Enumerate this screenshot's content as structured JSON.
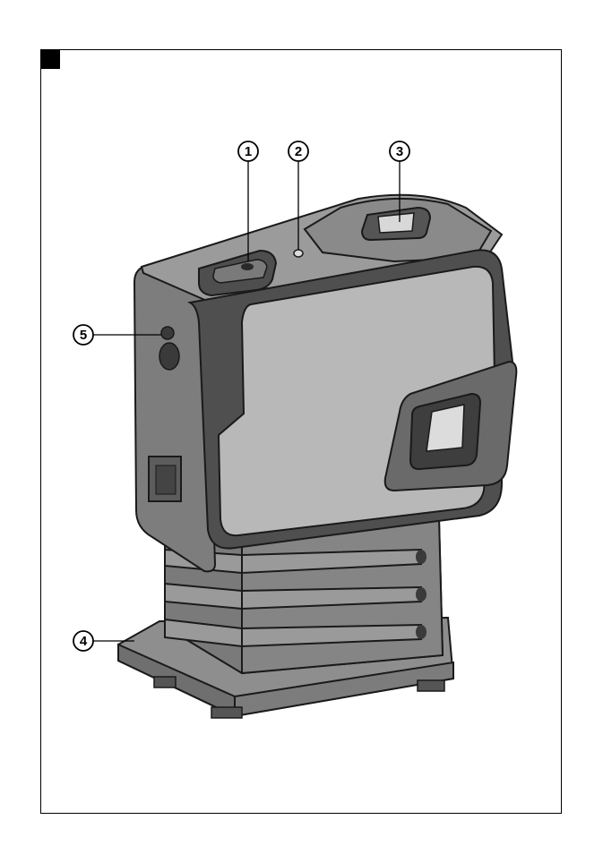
{
  "figure": {
    "callouts": [
      {
        "id": "1",
        "label": "1",
        "part": "on-off-button"
      },
      {
        "id": "2",
        "label": "2",
        "part": "indicator-led"
      },
      {
        "id": "3",
        "label": "3",
        "part": "laser-exit-window-top"
      },
      {
        "id": "4",
        "label": "4",
        "part": "base-stand"
      },
      {
        "id": "5",
        "label": "5",
        "part": "keyhole-mount"
      }
    ]
  }
}
